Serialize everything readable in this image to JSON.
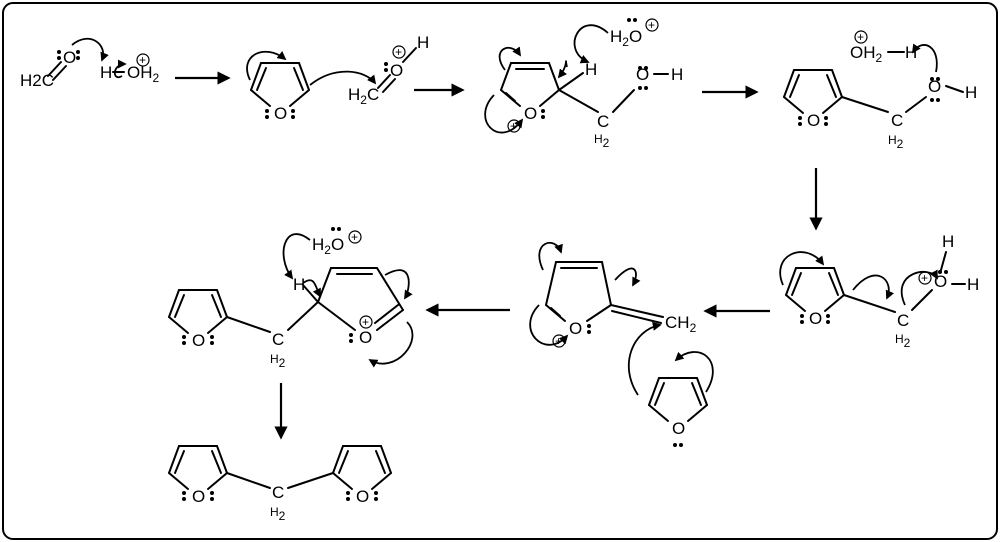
{
  "atoms": {
    "O": "O",
    "H": "H",
    "C": "C",
    "H2C": "H2C",
    "OH2": "OH2",
    "H2O": "H2O",
    "CH2": "CH2",
    "H2": "H2",
    "plus": "+"
  },
  "colors": {
    "ink": "#000000",
    "frame": "#000000",
    "background": "#ffffff"
  }
}
